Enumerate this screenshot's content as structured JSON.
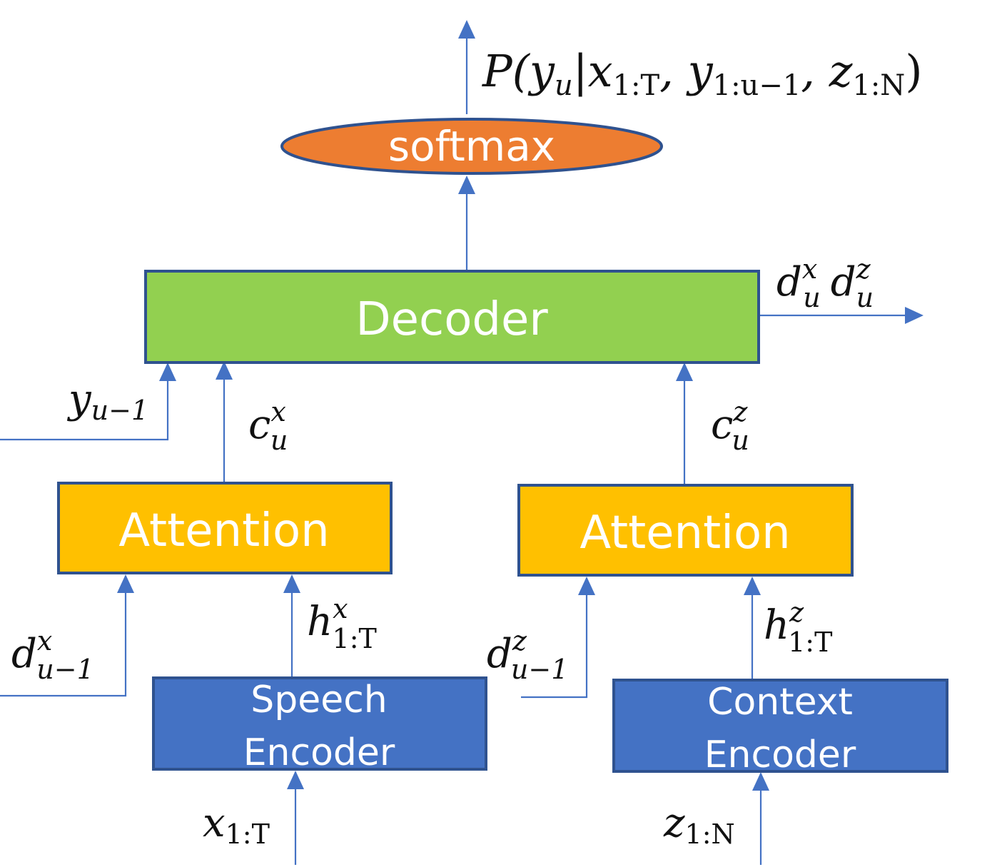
{
  "colors": {
    "softmax_fill": "#ed7d31",
    "softmax_stroke": "#2f528f",
    "decoder_fill": "#92d050",
    "decoder_stroke": "#2f528f",
    "attention_fill": "#ffc000",
    "attention_stroke": "#2f528f",
    "encoder_fill": "#4472c4",
    "encoder_stroke": "#2f528f",
    "arrow": "#4472c4"
  },
  "blocks": {
    "softmax": "softmax",
    "decoder": "Decoder",
    "attention_speech": "Attention",
    "attention_context": "Attention",
    "speech_encoder": [
      "Speech",
      "Encoder"
    ],
    "context_encoder": [
      "Context",
      "Encoder"
    ]
  },
  "math": {
    "output": {
      "base": "P(y",
      "sub_u": "u",
      "bar": "|x",
      "sub_1T": "1:T",
      "comma1": ", y",
      "sub_1u1": "1:u−1",
      "comma2": ", z",
      "sub_1N": "1:N",
      "close": ")"
    },
    "decoder_out": {
      "d": "d",
      "sup_x": "x",
      "sub_u1": "u",
      "d2": "d",
      "sup_z": "z",
      "sub_u2": "u"
    },
    "y_prev": {
      "base": "y",
      "sub": "u−1"
    },
    "c_x": {
      "base": "c",
      "sup": "x",
      "sub": "u"
    },
    "c_z": {
      "base": "c",
      "sup": "z",
      "sub": "u"
    },
    "d_x_prev": {
      "base": "d",
      "sup": "x",
      "sub": "u−1"
    },
    "h_x": {
      "base": "h",
      "sup": "x",
      "sub": "1:T"
    },
    "d_z_prev": {
      "base": "d",
      "sup": "z",
      "sub": "u−1"
    },
    "h_z": {
      "base": "h",
      "sup": "z",
      "sub": "1:T"
    },
    "x_in": {
      "base": "x",
      "sub": "1:T"
    },
    "z_in": {
      "base": "z",
      "sub": "1:N"
    }
  }
}
